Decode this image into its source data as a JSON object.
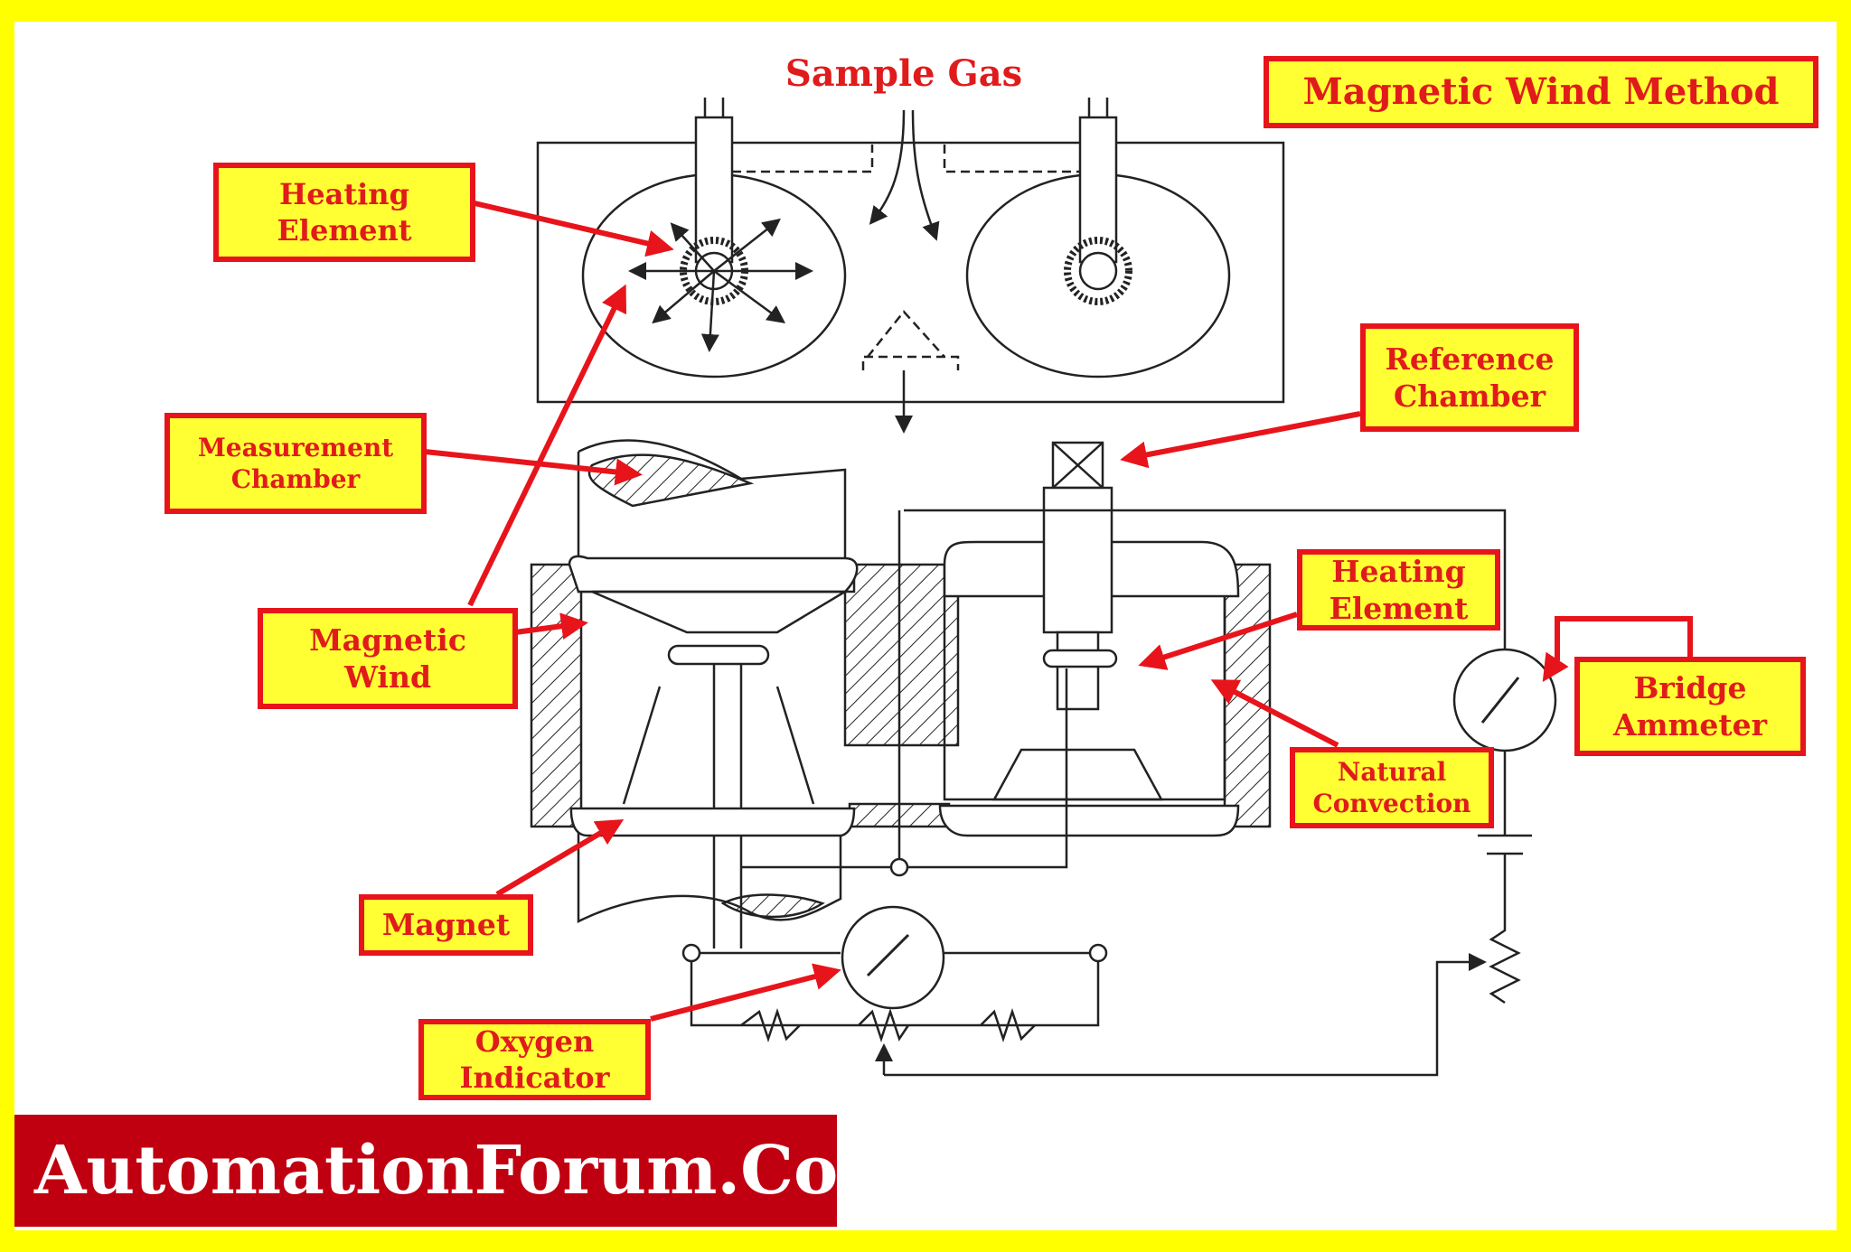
{
  "title_label": "Magnetic Wind Method",
  "top_label": "Sample Gas",
  "labels": {
    "heating_element_top": "Heating\nElement",
    "measurement_chamber": "Measurement\nChamber",
    "magnetic_wind": "Magnetic\nWind",
    "magnet": "Magnet",
    "oxygen_indicator": "Oxygen\nIndicator",
    "reference_chamber": "Reference\nChamber",
    "heating_element_right": "Heating\nElement",
    "bridge_ammeter": "Bridge\nAmmeter",
    "natural_convection": "Natural\nConvection"
  },
  "brand": "AutomationForum.Co",
  "colors": {
    "frame": "#ffff00",
    "label_fill": "#ffff33",
    "label_border": "#e8141b",
    "label_text": "#e01b1b",
    "brand_bg": "#c00010",
    "line": "#222222"
  }
}
